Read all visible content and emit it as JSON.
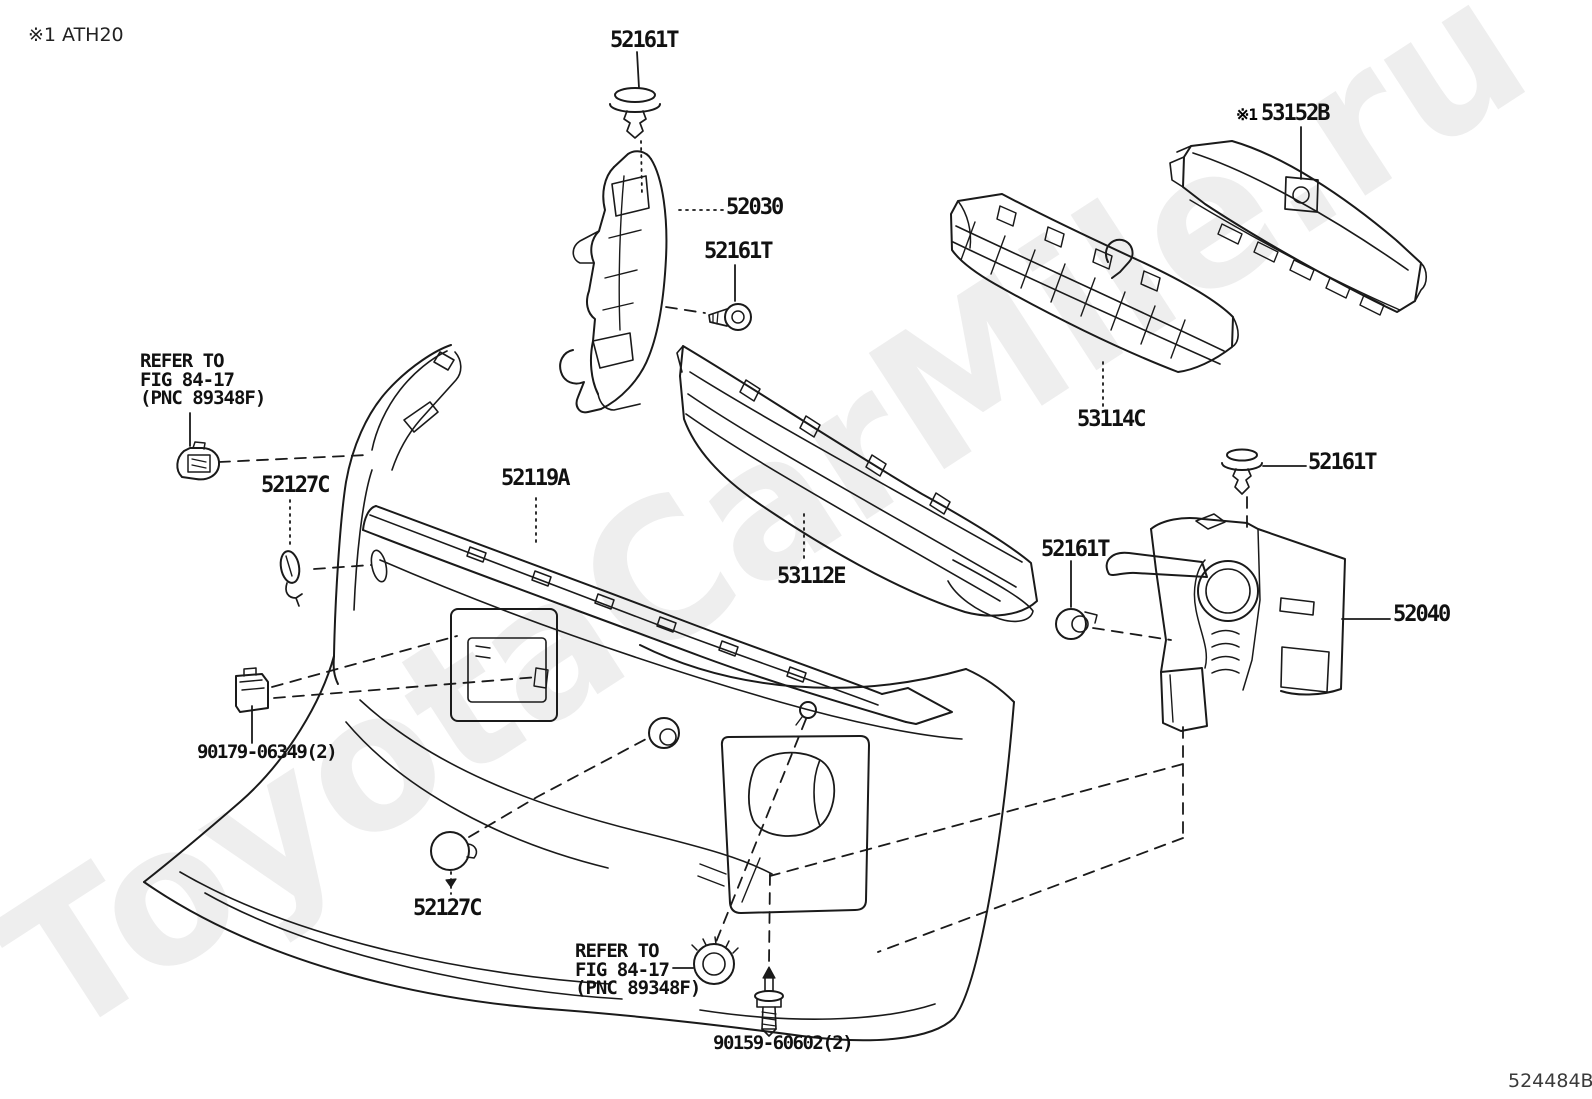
{
  "diagram": {
    "note_top_left": "※1 ATH20",
    "drawing_code": "524484B",
    "watermark": "ToyotaCarMile.ru",
    "colors": {
      "line": "#1a1a1a",
      "watermark": "#eeeeee",
      "background": "#ffffff"
    }
  },
  "labels": {
    "clip_top": "52161T",
    "bracket_upper": "52030",
    "clip_mid": "52161T",
    "grille_cover_prefix": "※1",
    "grille_cover": "53152B",
    "grille_upper": "53114C",
    "refer_note_left": {
      "line1": "REFER TO",
      "line2": "FIG 84-17",
      "line3": "(PNC 89348F)"
    },
    "hole_cover_left": "52127C",
    "bumper_cover": "52119A",
    "grille_lower": "53112E",
    "clip_right": "52161T",
    "grommet_right": "52161T",
    "fog_bracket": "52040",
    "license_clip": "90179-06349(2)",
    "hole_cover_bottom": "52127C",
    "refer_note_bottom": {
      "line1": "REFER TO",
      "line2": "FIG 84-17",
      "line3": "(PNC 89348F)"
    },
    "screw_bottom": "90159-60602(2)"
  }
}
